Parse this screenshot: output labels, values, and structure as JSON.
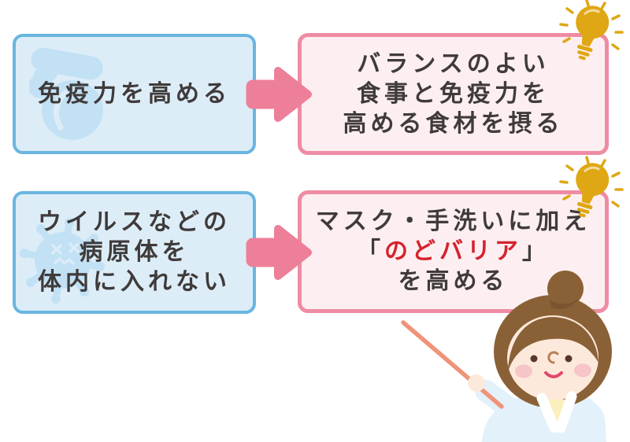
{
  "rows": [
    {
      "cause": {
        "text": "免疫力を高める",
        "icon": "muscle-arm-icon"
      },
      "arrow": "arrow-right-icon",
      "effect": {
        "line1": "バランスのよい",
        "line2": "食事と免疫力を",
        "line3": "高める食材を摂る",
        "icon": "lightbulb-icon"
      }
    },
    {
      "cause": {
        "line1": "ウイルスなどの",
        "line2": "病原体を",
        "line3": "体内に入れない",
        "icon": "virus-icon"
      },
      "arrow": "arrow-right-icon",
      "effect": {
        "line1": "マスク・手洗いに加え",
        "line2_open": "「",
        "line2_keyword": "のどバリア",
        "line2_close": "」",
        "line3": "を高める",
        "icon": "lightbulb-icon"
      }
    }
  ],
  "character": {
    "name": "presenter-woman-with-pointer-stick"
  },
  "colors": {
    "blue_box_border": "#69b6e0",
    "blue_box_fill": "#ddedf8",
    "blue_icon": "#c2e1f4",
    "pink_box_border": "#ee8ca3",
    "pink_box_fill": "#fdeff1",
    "arrow": "#ee7f99",
    "lightbulb": "#dfa713",
    "text": "#3f3b3a",
    "keyword_red": "#d5232d",
    "hair": "#8a6136",
    "skin": "#fde9dc",
    "coat": "#e3f1fb",
    "shirt_yellow": "#faf0bd",
    "pointer_stick": "#f09379"
  }
}
